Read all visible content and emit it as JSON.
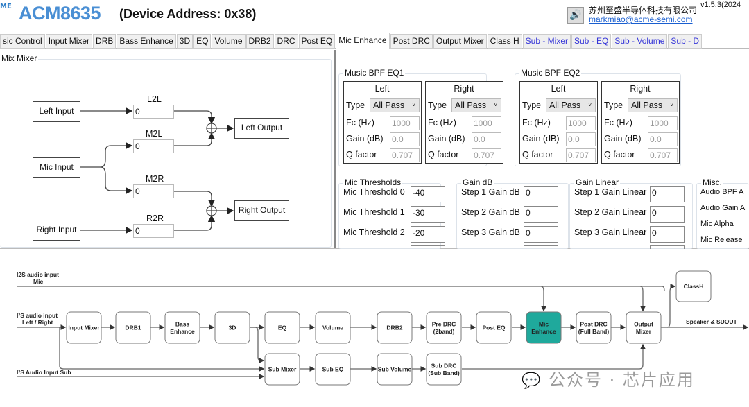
{
  "header": {
    "logo_text": "ACM8635",
    "logo_mark": "ME",
    "device_address": "(Device Address: 0x38)",
    "company": "苏州至盛半导体科技有限公司",
    "email": "markmiao@acme-semi.com",
    "version": "v1.5.3(2024",
    "speaker_icon": "speaker-icon"
  },
  "tabs": [
    {
      "label": "sic Control"
    },
    {
      "label": "Input Mixer"
    },
    {
      "label": "DRB"
    },
    {
      "label": "Bass Enhance"
    },
    {
      "label": "3D"
    },
    {
      "label": "EQ"
    },
    {
      "label": "Volume"
    },
    {
      "label": "DRB2"
    },
    {
      "label": "DRC"
    },
    {
      "label": "Post EQ"
    },
    {
      "label": "Mic Enhance",
      "active": true
    },
    {
      "label": "Post DRC"
    },
    {
      "label": "Output Mixer"
    },
    {
      "label": "Class H"
    },
    {
      "label": "Sub - Mixer",
      "color": "#3535d8"
    },
    {
      "label": "Sub - EQ",
      "color": "#3535d8"
    },
    {
      "label": "Sub - Volume",
      "color": "#3535d8"
    },
    {
      "label": "Sub - D",
      "color": "#3535d8"
    }
  ],
  "mixer": {
    "title": "Mix Mixer",
    "left_input": "Left Input",
    "mic_input": "Mic Input",
    "right_input": "Right Input",
    "left_output": "Left Output",
    "right_output": "Right Output",
    "gains": {
      "L2L": {
        "label": "L2L",
        "value": "0"
      },
      "M2L": {
        "label": "M2L",
        "value": "0"
      },
      "M2R": {
        "label": "M2R",
        "value": "0"
      },
      "R2R": {
        "label": "R2R",
        "value": "0"
      }
    }
  },
  "eq": [
    {
      "title": "Music BPF EQ1",
      "channels": [
        {
          "name": "Left",
          "type": "All Pass",
          "fc": "1000",
          "gain": "0.0",
          "q": "0.707"
        },
        {
          "name": "Right",
          "type": "All Pass",
          "fc": "1000",
          "gain": "0.0",
          "q": "0.707"
        }
      ]
    },
    {
      "title": "Music BPF EQ2",
      "channels": [
        {
          "name": "Left",
          "type": "All Pass",
          "fc": "1000",
          "gain": "0.0",
          "q": "0.707"
        },
        {
          "name": "Right",
          "type": "All Pass",
          "fc": "1000",
          "gain": "0.0",
          "q": "0.707"
        }
      ]
    }
  ],
  "eq_labels": {
    "type": "Type",
    "fc": "Fc (Hz)",
    "gain": "Gain (dB)",
    "q": "Q factor"
  },
  "thresholds": {
    "title": "Mic Thresholds",
    "rows": [
      {
        "label": "Mic Threshold 0",
        "value": "-40"
      },
      {
        "label": "Mic Threshold 1",
        "value": "-30"
      },
      {
        "label": "Mic Threshold 2",
        "value": "-20"
      }
    ]
  },
  "gain_db": {
    "title": "Gain dB",
    "rows": [
      {
        "label": "Step 1 Gain dB",
        "value": "0"
      },
      {
        "label": "Step 2 Gain dB",
        "value": "0"
      },
      {
        "label": "Step 3 Gain dB",
        "value": "0"
      }
    ]
  },
  "gain_linear": {
    "title": "Gain Linear",
    "rows": [
      {
        "label": "Step 1 Gain Linear",
        "value": "0"
      },
      {
        "label": "Step 2 Gain Linear",
        "value": "0"
      },
      {
        "label": "Step 3 Gain Linear",
        "value": "0"
      }
    ]
  },
  "misc": {
    "title": "Misc.",
    "rows": [
      "Audio BPF A",
      "Audio Gain A",
      "Mic Alpha",
      "Mic Release"
    ]
  },
  "diagram": {
    "mic_input": [
      "I2S audio input",
      "Mic"
    ],
    "lr_input": [
      "I²S audio input",
      "Left / Right"
    ],
    "sub_input": "I²S Audio Input Sub",
    "output": "Speaker & SDOUT",
    "highlight_color": "#1fa99c",
    "blocks": [
      {
        "id": "input-mixer",
        "lines": [
          "Input Mixer"
        ]
      },
      {
        "id": "drb1",
        "lines": [
          "DRB1"
        ]
      },
      {
        "id": "bass-enhance",
        "lines": [
          "Bass",
          "Enhance"
        ]
      },
      {
        "id": "3d",
        "lines": [
          "3D"
        ]
      },
      {
        "id": "eq",
        "lines": [
          "EQ"
        ]
      },
      {
        "id": "volume",
        "lines": [
          "Volume"
        ]
      },
      {
        "id": "drb2",
        "lines": [
          "DRB2"
        ]
      },
      {
        "id": "pre-drc",
        "lines": [
          "Pre DRC",
          "(2band)"
        ]
      },
      {
        "id": "post-eq",
        "lines": [
          "Post EQ"
        ]
      },
      {
        "id": "mic-enhance",
        "lines": [
          "Mic",
          "Enhance"
        ],
        "highlight": true
      },
      {
        "id": "post-drc",
        "lines": [
          "Post DRC",
          "(Full Band)"
        ]
      },
      {
        "id": "output-mixer",
        "lines": [
          "Output",
          "Mixer"
        ]
      },
      {
        "id": "classh",
        "lines": [
          "ClassH"
        ]
      },
      {
        "id": "sub-mixer",
        "lines": [
          "Sub Mixer"
        ]
      },
      {
        "id": "sub-eq",
        "lines": [
          "Sub EQ"
        ]
      },
      {
        "id": "sub-volume",
        "lines": [
          "Sub Volume"
        ]
      },
      {
        "id": "sub-drc",
        "lines": [
          "Sub DRC",
          "(Sub Band)"
        ]
      }
    ]
  },
  "watermark": "公众号 · 芯片应用"
}
